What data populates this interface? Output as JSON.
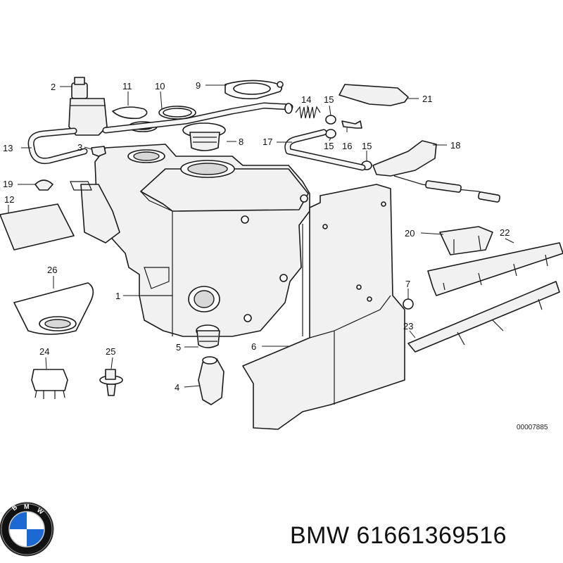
{
  "diagram": {
    "callouts": [
      "1",
      "2",
      "3",
      "4",
      "5",
      "6",
      "7",
      "8",
      "9",
      "10",
      "11",
      "12",
      "13",
      "14",
      "15",
      "15",
      "15",
      "16",
      "17",
      "18",
      "19",
      "20",
      "21",
      "22",
      "23",
      "24",
      "25",
      "26"
    ],
    "reference_number": "00007885"
  },
  "logo": {
    "text": "BMW",
    "colors": {
      "blue": "#1c69d4",
      "white": "#ffffff",
      "black": "#111111"
    }
  },
  "caption": "BMW 61661369516"
}
